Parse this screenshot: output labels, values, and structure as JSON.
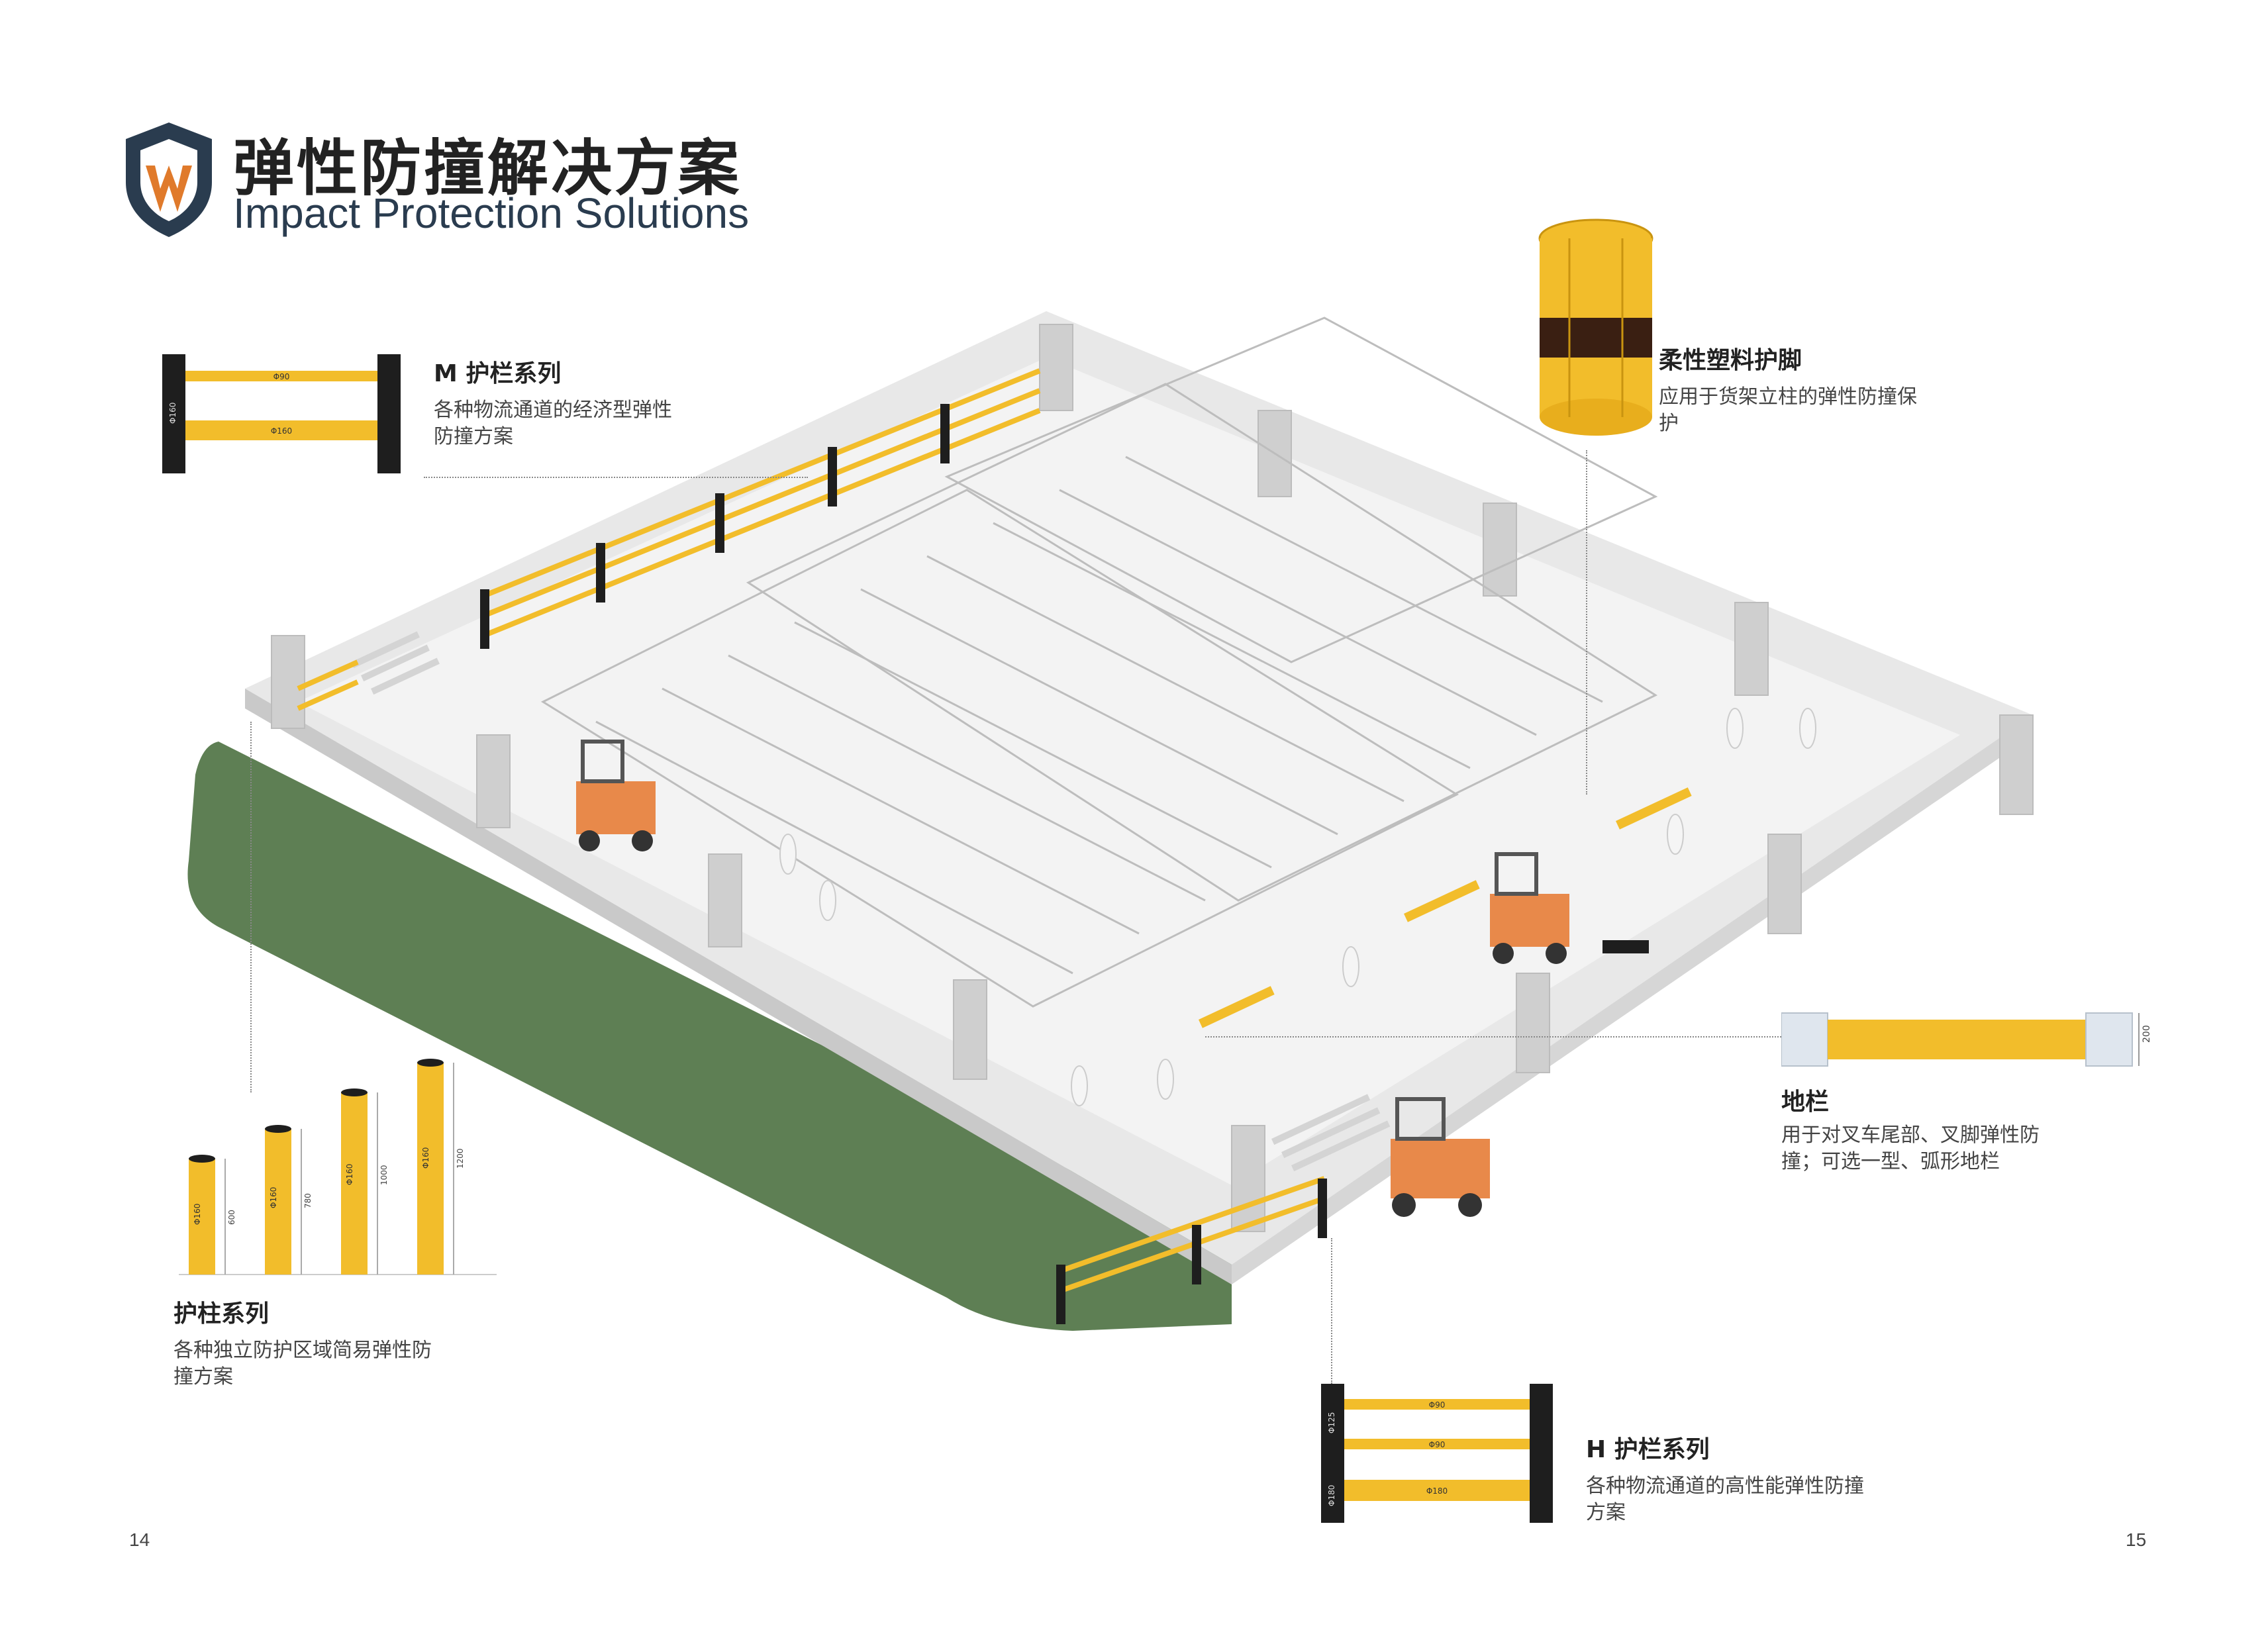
{
  "header": {
    "title_cn": "弹性防撞解决方案",
    "title_en": "Impact Protection Solutions"
  },
  "products": {
    "m_series": {
      "title": "M 护栏系列",
      "desc": "各种物流通道的经济型弹性防撞方案",
      "labels": [
        "Φ90",
        "Φ160",
        "Φ160"
      ]
    },
    "column": {
      "title": "柔性塑料护脚",
      "desc": "应用于货架立柱的弹性防撞保护"
    },
    "floor": {
      "title": "地栏",
      "desc": "用于对叉车尾部、叉脚弹性防撞；可选一型、弧形地栏",
      "label": "200"
    },
    "bollard": {
      "title": "护柱系列",
      "desc": "各种独立防护区域简易弹性防撞方案",
      "items": [
        {
          "dia": "Φ160",
          "height": "600"
        },
        {
          "dia": "Φ160",
          "height": "780"
        },
        {
          "dia": "Φ160",
          "height": "1000"
        },
        {
          "dia": "Φ160",
          "height": "1200"
        }
      ]
    },
    "h_series": {
      "title": "H 护栏系列",
      "desc": "各种物流通道的高性能弹性防撞方案",
      "labels": [
        "Φ90",
        "Φ90",
        "Φ180",
        "Φ125",
        "Φ180"
      ]
    }
  },
  "pages": {
    "left": "14",
    "right": "15"
  },
  "colors": {
    "yellow": "#f2bd2b",
    "black": "#1e1e1e",
    "green": "#5e7f54",
    "logo_navy": "#2a3c4f",
    "logo_orange": "#e07a2b"
  }
}
